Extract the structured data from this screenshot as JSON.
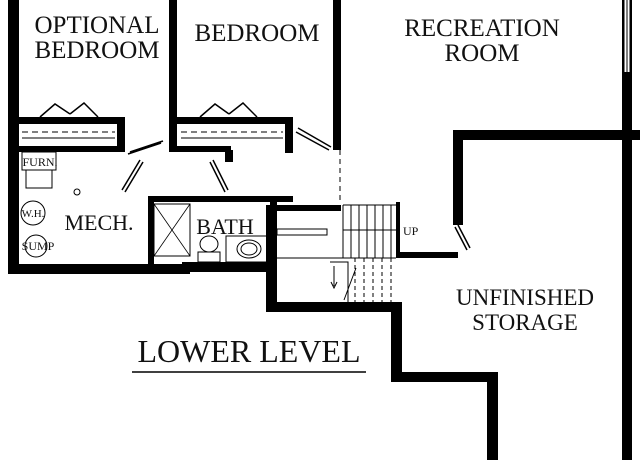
{
  "plan": {
    "title": "LOWER LEVEL",
    "rooms": {
      "optional_bedroom": [
        "OPTIONAL",
        "BEDROOM"
      ],
      "bedroom": "BEDROOM",
      "recreation_room": [
        "RECREATION",
        "ROOM"
      ],
      "mech": "MECH.",
      "bath": "BATH",
      "unfinished_storage": [
        "UNFINISHED",
        "STORAGE"
      ]
    },
    "fixtures": {
      "furnace": "FURN.",
      "water_heater": "W.H.",
      "sump": "SUMP"
    },
    "stair_label": "UP"
  }
}
